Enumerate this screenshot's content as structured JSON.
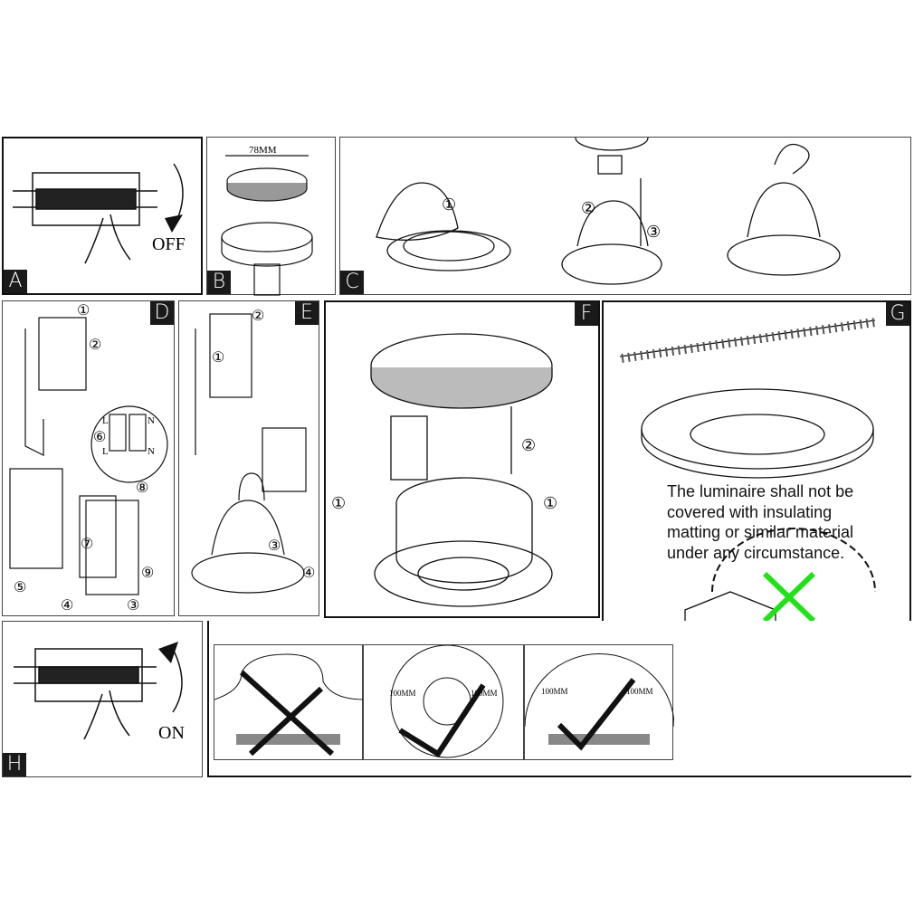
{
  "panels": {
    "A": {
      "tag": "A",
      "label": "OFF"
    },
    "B": {
      "tag": "B",
      "dimension": "78MM"
    },
    "C": {
      "tag": "C",
      "steps": [
        "①",
        "②",
        "③"
      ]
    },
    "D": {
      "tag": "D",
      "steps": [
        "①",
        "②",
        "③",
        "④",
        "⑤",
        "⑥",
        "⑦",
        "⑧",
        "⑨"
      ],
      "terminals": [
        "L",
        "N",
        "L",
        "N"
      ]
    },
    "E": {
      "tag": "E",
      "steps": [
        "①",
        "②",
        "③",
        "④"
      ]
    },
    "F": {
      "tag": "F",
      "steps": [
        "①",
        "①",
        "②"
      ]
    },
    "G": {
      "tag": "G",
      "warning": [
        "The luminaire shall not be",
        "covered with insulating",
        "matting or similar material",
        "under any circumstance."
      ]
    },
    "H": {
      "tag": "H",
      "label": "ON"
    }
  },
  "clearance": {
    "distance": "100MM"
  },
  "colors": {
    "accent_cross": "#22e01a",
    "ink": "#111111"
  }
}
